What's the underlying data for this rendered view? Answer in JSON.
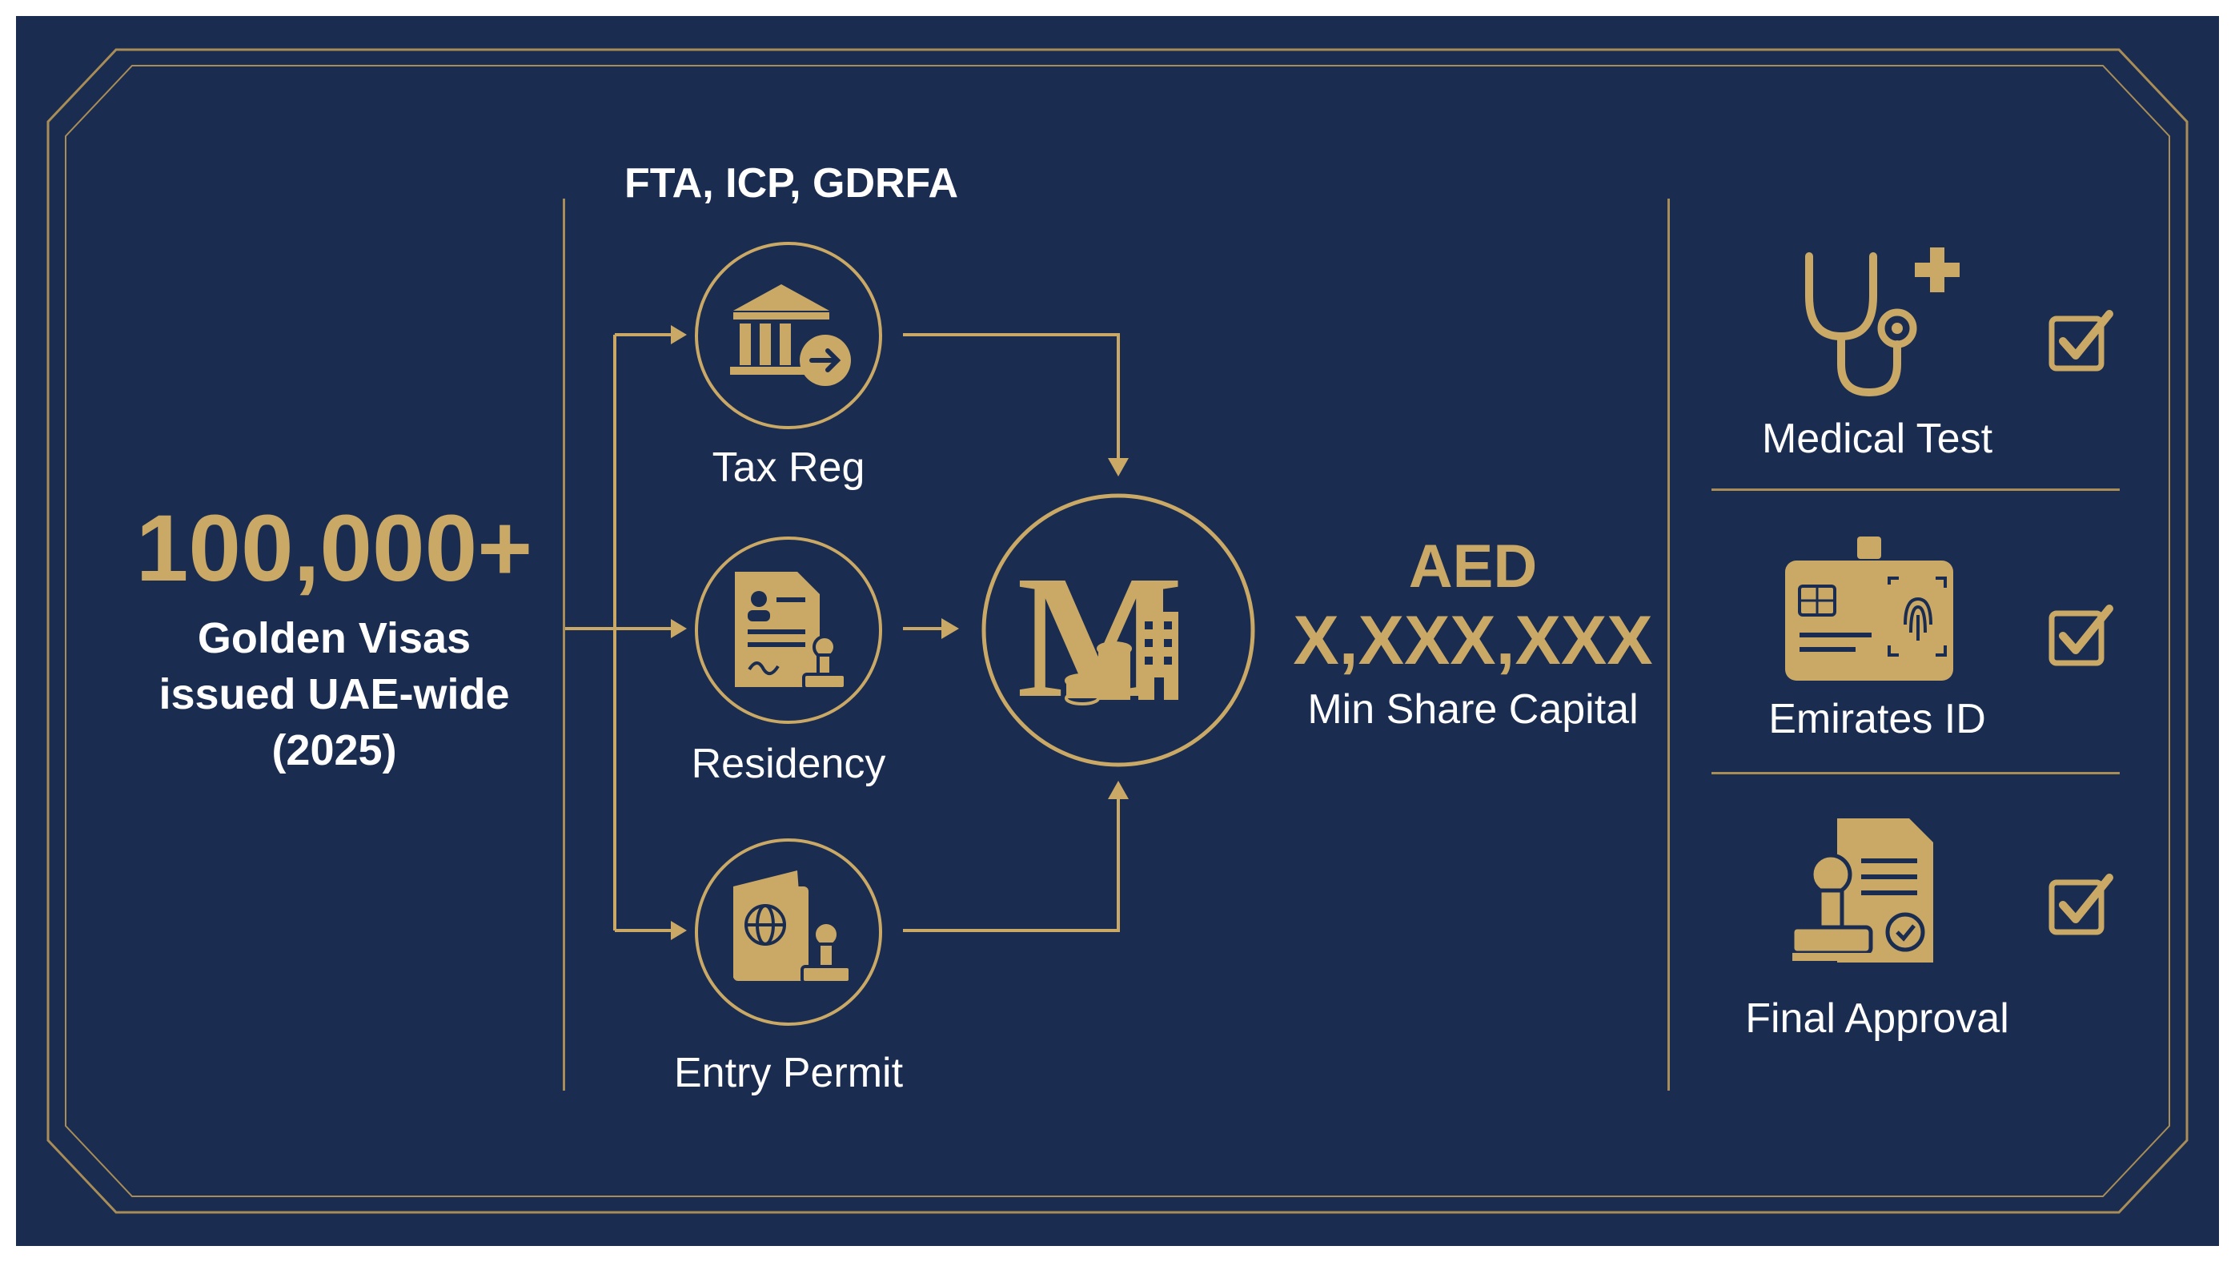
{
  "stat": {
    "value": "100,000+",
    "line1": "Golden Visas",
    "line2": "issued UAE-wide",
    "line3": "(2025)"
  },
  "authorities": "FTA, ICP, GDRFA",
  "steps": [
    {
      "label": "Tax Reg",
      "icon": "bank-arrow-icon"
    },
    {
      "label": "Residency",
      "icon": "document-stamp-icon"
    },
    {
      "label": "Entry Permit",
      "icon": "passport-stamp-icon"
    }
  ],
  "center": {
    "letter": "M",
    "icon": "company-coins-building-icon"
  },
  "capital": {
    "currency": "AED",
    "amount": "X,XXX,XXX",
    "label": "Min Share Capital"
  },
  "checklist": [
    {
      "label": "Medical Test",
      "icon": "stethoscope-plus-icon",
      "checked": true
    },
    {
      "label": "Emirates ID",
      "icon": "id-card-fingerprint-icon",
      "checked": true
    },
    {
      "label": "Final Approval",
      "icon": "approved-document-stamp-icon",
      "checked": true
    }
  ],
  "colors": {
    "background": "#1b2c51",
    "gold": "#c9a965",
    "text": "#ffffff"
  }
}
